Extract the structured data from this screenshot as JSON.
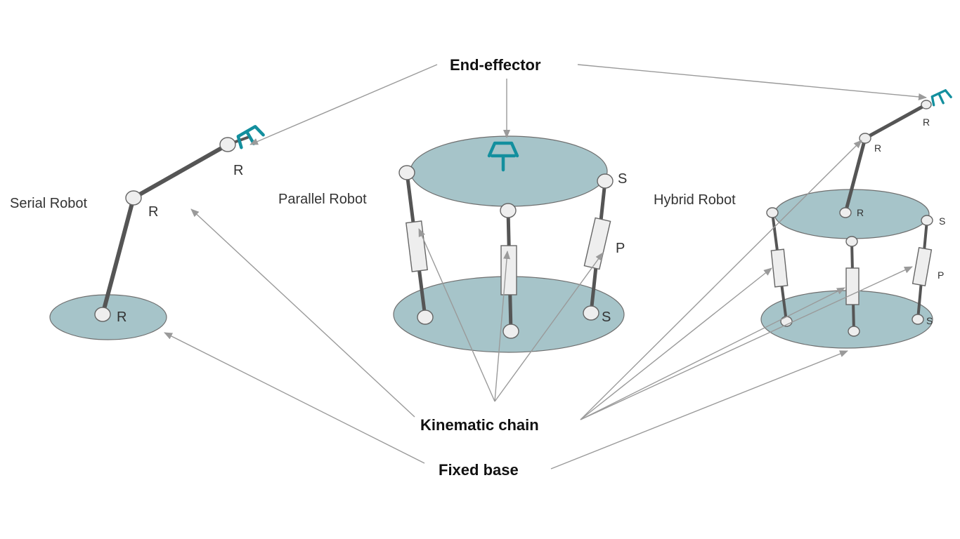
{
  "annotations": {
    "end_effector": "End-effector",
    "kinematic_chain": "Kinematic chain",
    "fixed_base": "Fixed base"
  },
  "robots": {
    "serial": {
      "title": "Serial Robot",
      "joints": [
        "R",
        "R",
        "R"
      ]
    },
    "parallel": {
      "title": "Parallel Robot",
      "joints": [
        "S",
        "P",
        "S"
      ]
    },
    "hybrid": {
      "title": "Hybrid Robot",
      "joints": [
        "R",
        "R",
        "R",
        "S",
        "P",
        "S"
      ]
    }
  },
  "colors": {
    "base_fill": "#a6c4c9",
    "link": "#555555",
    "joint_fill": "#eeeeee",
    "end_effector": "#138f9e",
    "arrow": "#9a9a9a"
  }
}
